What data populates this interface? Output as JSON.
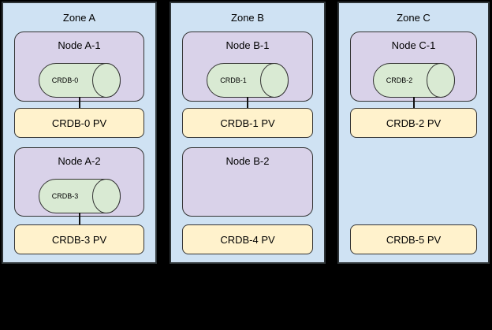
{
  "diagram": {
    "background_color": "#000000",
    "colors": {
      "zone_fill": "#cfe2f3",
      "node_fill": "#d9d2e9",
      "pod_fill": "#d9ead3",
      "pv_fill": "#fff2cc",
      "border": "#333333",
      "text": "#000000"
    },
    "zones": [
      {
        "label": "Zone A",
        "rows": [
          {
            "node_label": "Node A-1",
            "pod_label": "CRDB-0",
            "pv_label": "CRDB-0 PV"
          },
          {
            "node_label": "Node A-2",
            "pod_label": "CRDB-3",
            "pv_label": "CRDB-3 PV"
          }
        ]
      },
      {
        "label": "Zone B",
        "rows": [
          {
            "node_label": "Node B-1",
            "pod_label": "CRDB-1",
            "pv_label": "CRDB-1 PV"
          },
          {
            "node_label": "Node B-2",
            "pod_label": null,
            "pv_label": "CRDB-4 PV"
          }
        ]
      },
      {
        "label": "Zone C",
        "rows": [
          {
            "node_label": "Node C-1",
            "pod_label": "CRDB-2",
            "pv_label": "CRDB-2 PV"
          },
          {
            "node_label": null,
            "pod_label": null,
            "pv_label": "CRDB-5 PV"
          }
        ]
      }
    ]
  }
}
